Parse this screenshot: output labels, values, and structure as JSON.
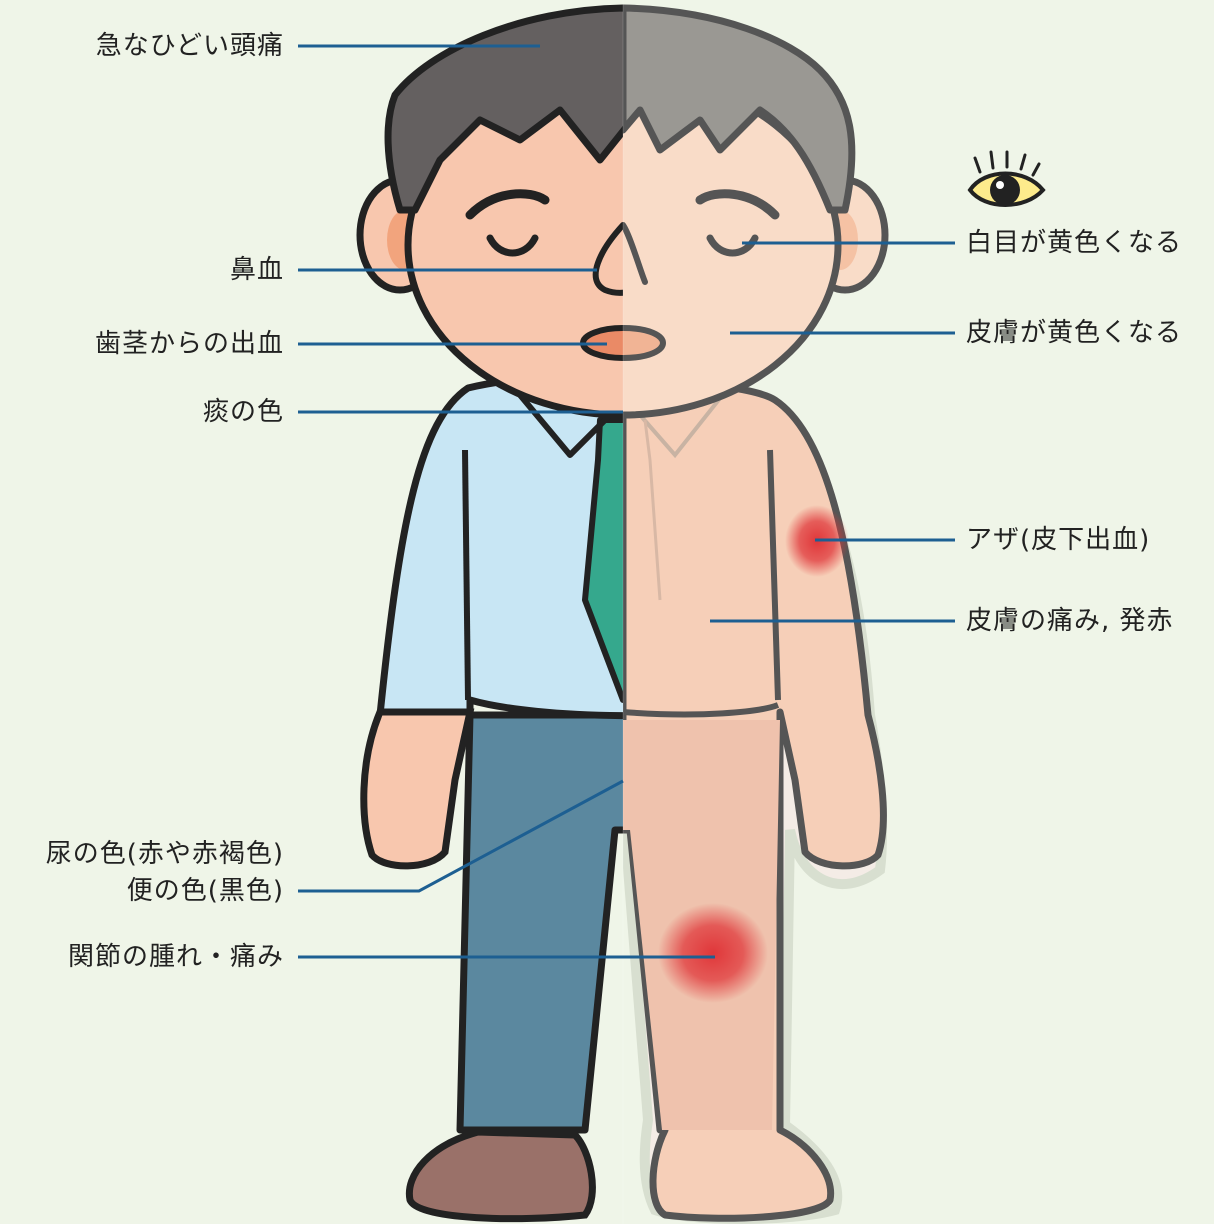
{
  "colors": {
    "background": "#eff5e8",
    "leader_line": "#1d5f92",
    "hair": "#646060",
    "skin": "#f8c7ae",
    "shirt": "#c8e6f4",
    "tie": "#35a88d",
    "pants": "#5b889f",
    "shoe": "#9a7169",
    "highlight_red": "#e0373a",
    "yellow_overlay": "#fde6cf"
  },
  "labels": {
    "headache": "急なひどい頭痛",
    "nosebleed": "鼻血",
    "gum_bleeding": "歯茎からの出血",
    "sputum_color": "痰の色",
    "urine_color": "尿の色(赤や赤褐色)",
    "stool_color": "便の色(黒色)",
    "joint_pain": "関節の腫れ・痛み",
    "yellow_eyes": "白目が黄色くなる",
    "yellow_skin": "皮膚が黄色くなる",
    "bruise": "アザ(皮下出血)",
    "skin_pain": "皮膚の痛み, 発赤"
  },
  "icons": {
    "eye": "yellow-eye-icon"
  }
}
